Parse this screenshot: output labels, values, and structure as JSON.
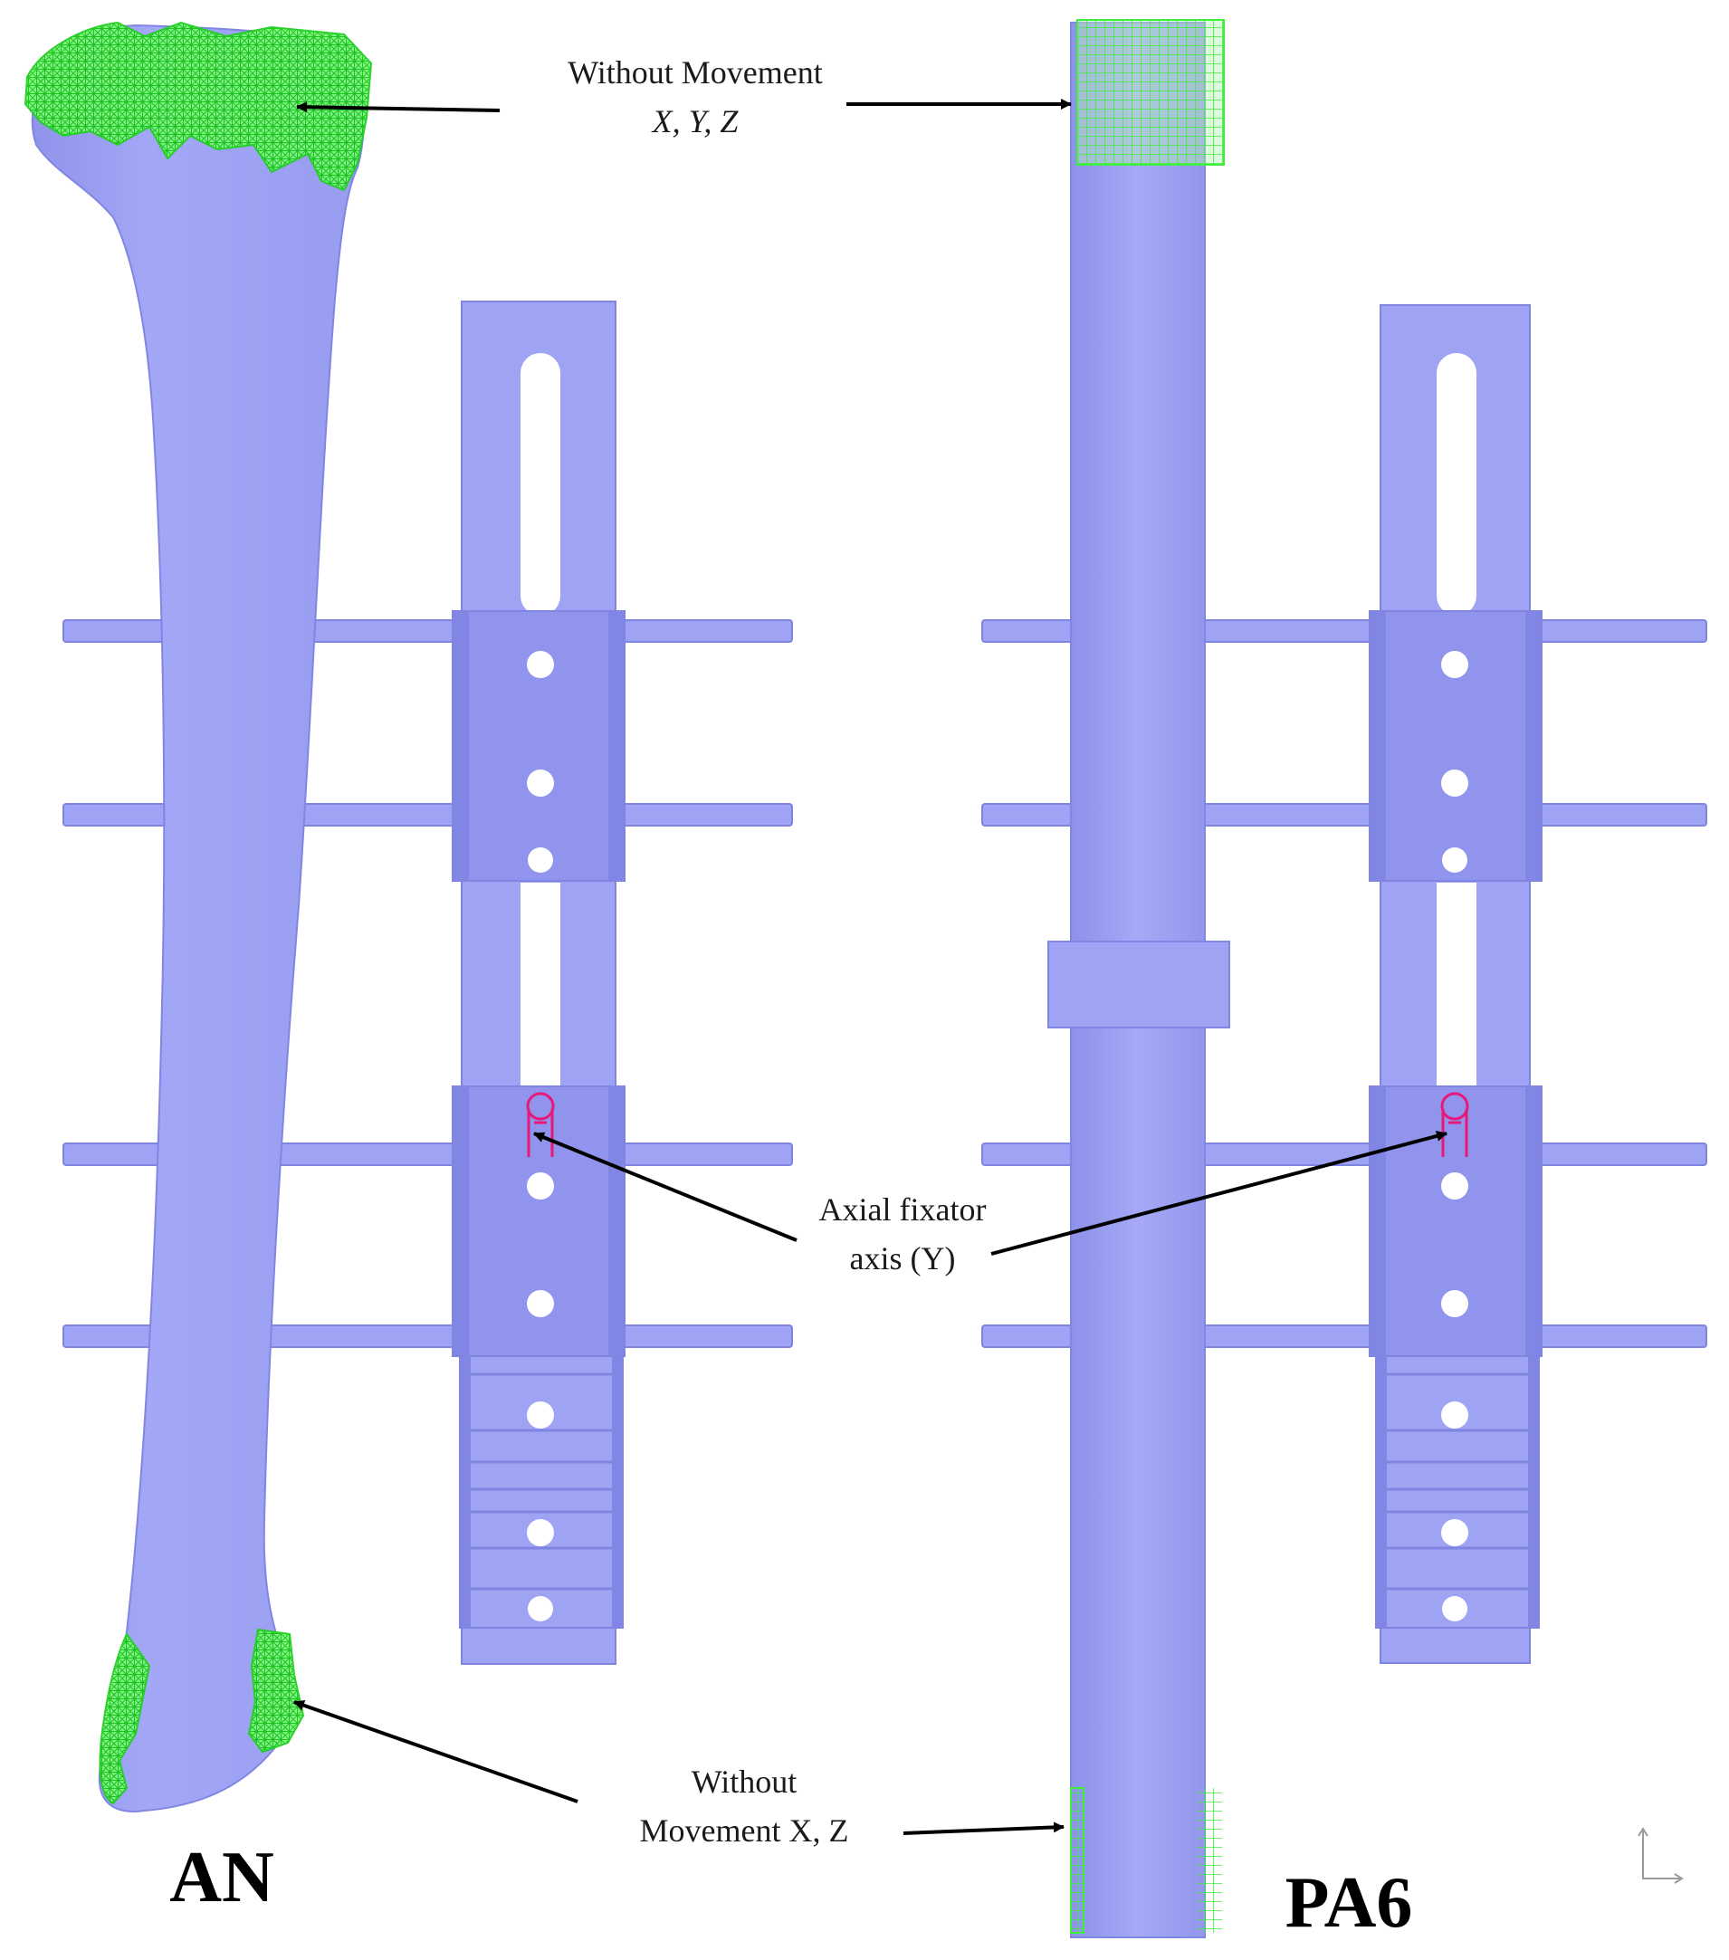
{
  "colors": {
    "model": "#9fa3f4",
    "model_edge": "#7f84e0",
    "model_shade": "#8c90ea",
    "constraint_mesh": "#3cf03c",
    "pin_highlight": "#e8187a",
    "arrow": "#000000",
    "background": "#ffffff"
  },
  "labels": {
    "top_constraint_line1": "Without Movement",
    "top_constraint_line2": "X, Y, Z",
    "bottom_constraint_line1": "Without",
    "bottom_constraint_line2": "Movement X, Z",
    "axial_line1": "Axial fixator",
    "axial_line2": "axis (Y)"
  },
  "models": {
    "left": "AN",
    "right": "PA6"
  },
  "icons": {
    "axis_triad": "axis-triad-icon"
  }
}
